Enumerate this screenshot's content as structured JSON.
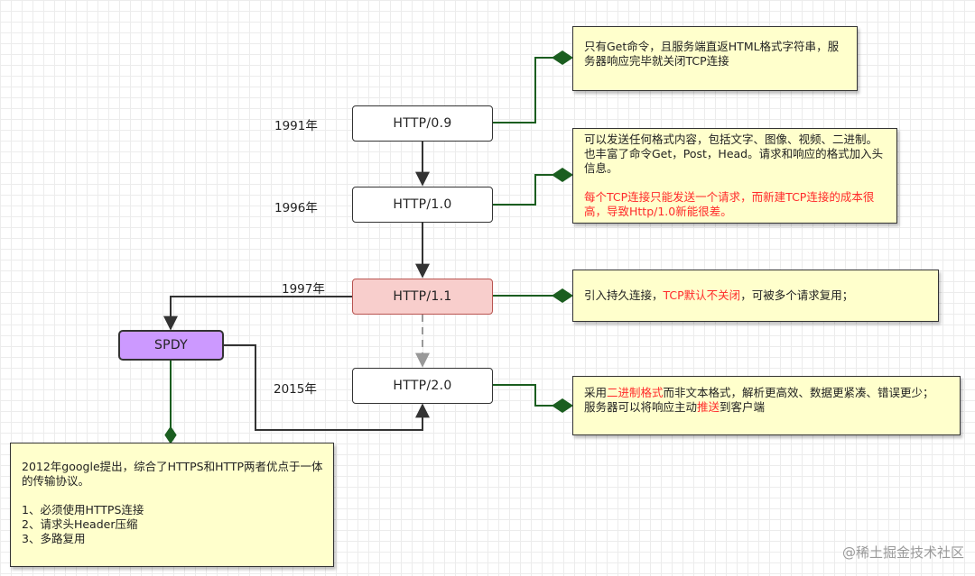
{
  "nodes": {
    "http09": "HTTP/0.9",
    "http10": "HTTP/1.0",
    "http11": "HTTP/1.1",
    "http20": "HTTP/2.0",
    "spdy": "SPDY"
  },
  "years": {
    "y1991": "1991年",
    "y1996": "1996年",
    "y1997": "1997年",
    "y2015": "2015年"
  },
  "notes": {
    "http09": "只有Get命令，且服务端直返HTML格式字符串，服务器响应完毕就关闭TCP连接",
    "http10_a": "可以发送任何格式内容，包括文字、图像、视频、二进制。也丰富了命令Get，Post，Head。请求和响应的格式加入头信息。",
    "http10_b": "每个TCP连接只能发送一个请求，而新建TCP连接的成本很高，导致Http/1.0新能很差。",
    "http11_pre": "引入持久连接，",
    "http11_red": "TCP默认不关闭",
    "http11_post": "，可被多个请求复用；",
    "http20_l1_pre": "采用",
    "http20_l1_red": "二进制格式",
    "http20_l1_post": "而非文本格式，解析更高效、数据更紧凑、错误更少；",
    "http20_l2_pre": "服务器可以将响应主动",
    "http20_l2_red": "推送",
    "http20_l2_post": "到客户端",
    "spdy_intro": "2012年google提出，综合了HTTPS和HTTP两者优点于一体的传输协议。",
    "spdy_1": "1、必须使用HTTPS连接",
    "spdy_2": "2、请求头Header压缩",
    "spdy_3": "3、多路复用"
  },
  "watermark": "@稀土掘金技术社区",
  "colors": {
    "note_fill": "#ffffcc",
    "highlight_fill": "#f8cecc",
    "spdy_fill": "#cc99ff",
    "connector_green": "#1b5e20",
    "arrow_dark": "#333333",
    "arrow_dashed": "#999999",
    "emphasis_red": "#ff2a2a"
  }
}
